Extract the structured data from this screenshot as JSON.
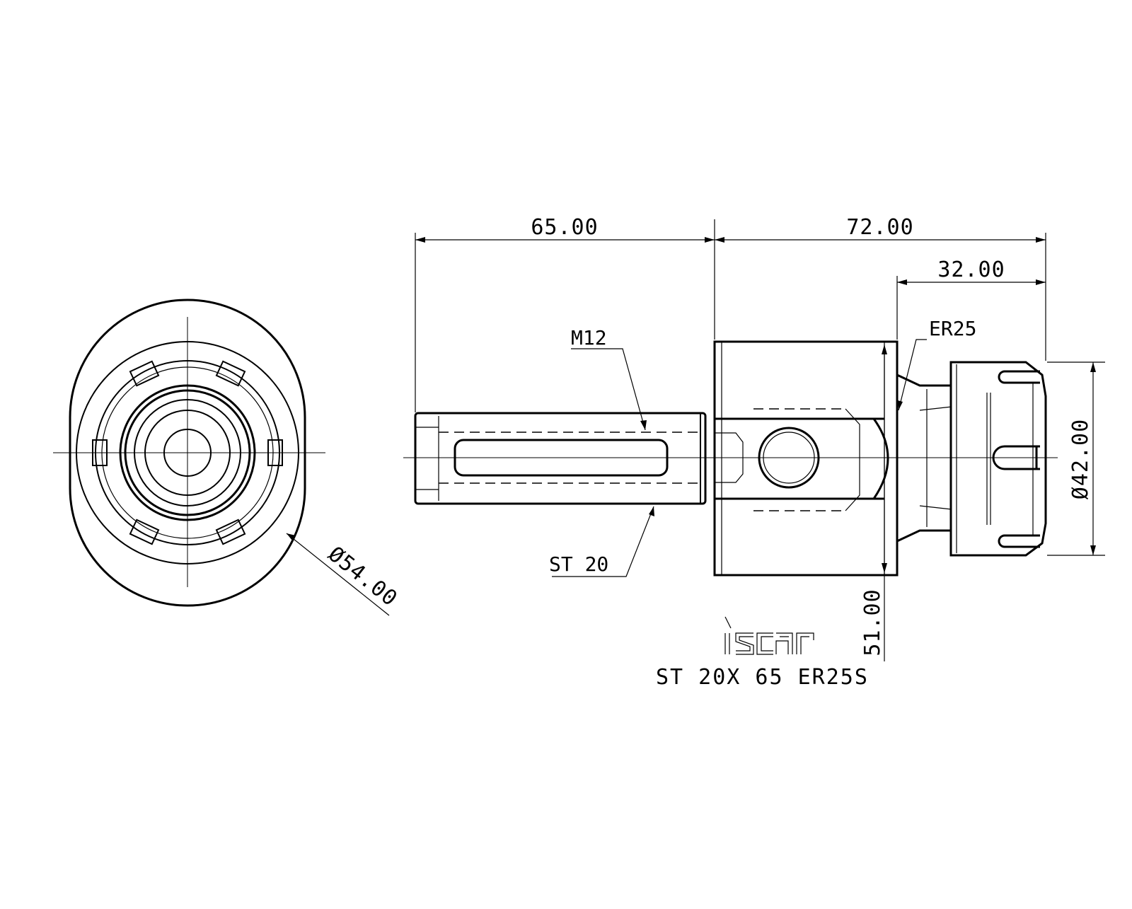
{
  "drawing": {
    "dimensions": {
      "shank_length": "65.00",
      "body_length": "72.00",
      "nut_length": "32.00",
      "nut_diameter": "Ø42.00",
      "flange_diameter": "Ø54.00",
      "overall_height": "51.00"
    },
    "callouts": {
      "thread": "M12",
      "shank": "ST 20",
      "collet": "ER25"
    },
    "brand_logo": "iscar",
    "part_number": "ST 20X 65 ER25S"
  }
}
